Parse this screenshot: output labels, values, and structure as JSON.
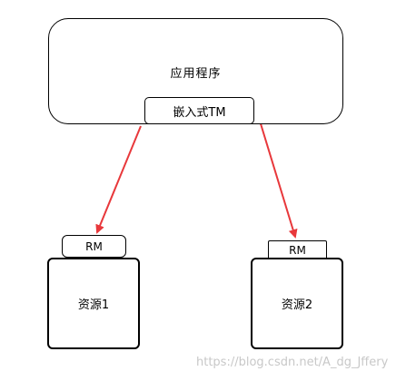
{
  "nodes": {
    "app": {
      "label": "应用程序"
    },
    "tm": {
      "label": "嵌入式TM"
    },
    "rm1": {
      "label": "RM"
    },
    "resource1": {
      "label": "资源1"
    },
    "rm2": {
      "label": "RM"
    },
    "resource2": {
      "label": "资源2"
    }
  },
  "edges": [
    {
      "from": "tm",
      "to": "rm1",
      "color": "#e8383b"
    },
    {
      "from": "tm",
      "to": "rm2",
      "color": "#e8383b"
    }
  ],
  "watermark": "https://blog.csdn.net/A_dg_Jffery"
}
